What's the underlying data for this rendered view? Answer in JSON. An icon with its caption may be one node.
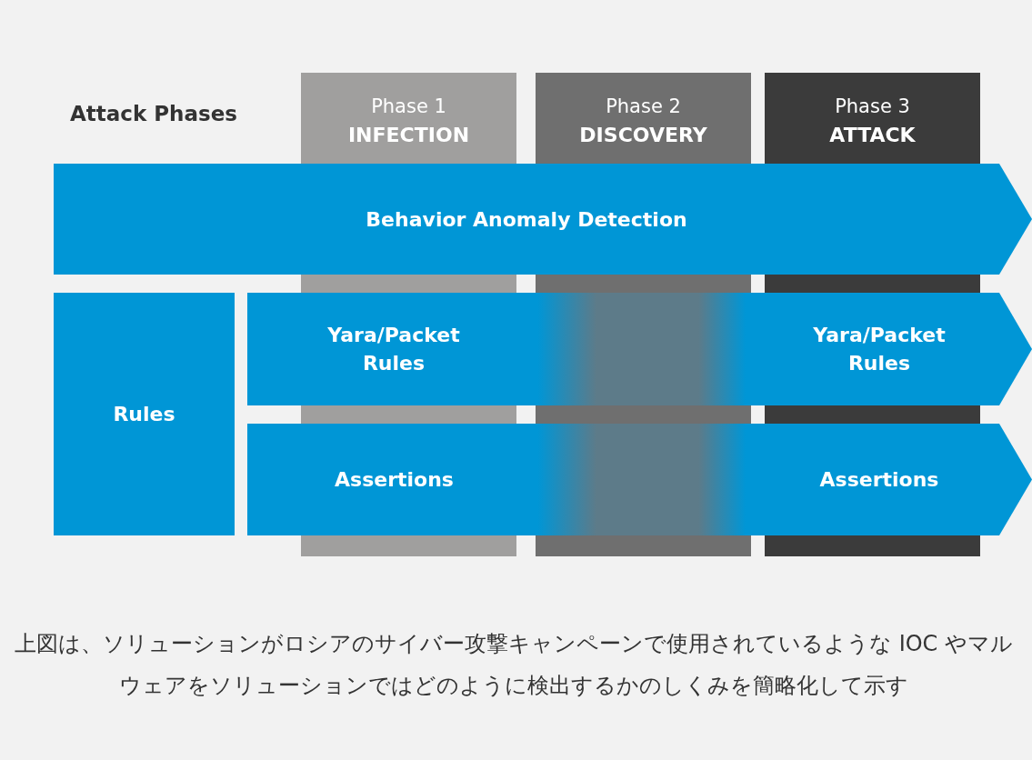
{
  "diagram": {
    "caption": "上図は、ソリューションがロシアのサイバー攻撃キャンペーンで使用されているような IOC やマルウェアをソリューションではどのように検出するかのしくみを簡略化して示す",
    "nodes": [
      {
        "text": [
          "Phase 1",
          "INFECTION"
        ]
      },
      {
        "text": [
          "Phase 2",
          "DISCOVERY"
        ]
      },
      {
        "text": [
          "Phase 3",
          "ATTACK"
        ]
      },
      {
        "text": [
          "Behavior Anomaly Detection"
        ]
      },
      {
        "text": [
          "Rules"
        ]
      },
      {
        "text": [
          "Yara/Packet Rules",
          "Yara/Packet Rules"
        ]
      },
      {
        "text": [
          "Assertions",
          "Assertions"
        ]
      },
      {
        "text": [],
        "shape": "bar"
      },
      {
        "text": [],
        "shape": "bar"
      },
      {
        "text": [],
        "shape": "bar"
      },
      {
        "text": [],
        "shape": "bar"
      },
      {
        "text": [],
        "shape": "bar"
      },
      {
        "text": [],
        "shape": "bar"
      },
      {
        "text": [],
        "shape": "bar"
      },
      {
        "text": [],
        "shape": "bar"
      },
      {
        "text": [],
        "shape": "bar"
      }
    ],
    "edges": [],
    "labels": [
      "Attack Phases"
    ]
  }
}
